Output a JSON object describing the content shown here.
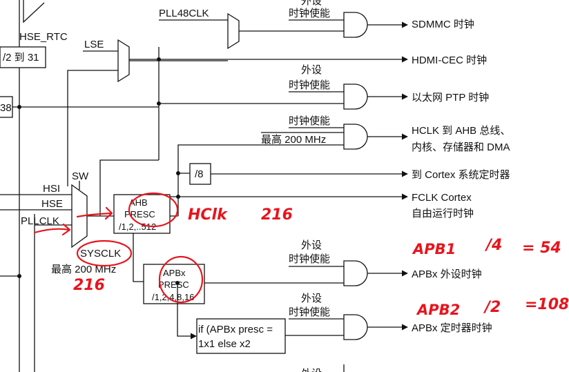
{
  "left": {
    "hse_rtc": "HSE_RTC",
    "div_box": "/2 到 31",
    "box_38": "38",
    "lse": "LSE",
    "hsi": "HSI",
    "hse": "HSE",
    "pllclk": "PLLCLK",
    "sw": "SW",
    "sysclk": "SYSCLK",
    "sysclk_max": "最高 200 MHz"
  },
  "top": {
    "pll48clk": "PLL48CLK",
    "waishe_top": "外设",
    "enable_1": "时钟使能",
    "sdmmc": "SDMMC 时钟",
    "hdmi": "HDMI-CEC 时钟",
    "waishe_2": "外设",
    "enable_2": "时钟使能",
    "ptp": "以太网 PTP 时钟"
  },
  "hclk": {
    "enable": "时钟使能",
    "max": "最高 200 MHz",
    "line1": "HCLK 到 AHB 总线、",
    "line2": "内核、存储器和 DMA",
    "div8": "/8",
    "cortex_timer": "到 Cortex 系统定时器",
    "fclk1": "FCLK Cortex",
    "fclk2": "自由运行时钟"
  },
  "ahb": {
    "line1": "AHB",
    "line2": "PRESC",
    "line3": "/1,2,..512"
  },
  "apb": {
    "line1": "APBx",
    "line2": "PRESC",
    "line3": "/1,2,4,8,16",
    "waishe_1": "外设",
    "enable_1": "时钟使能",
    "periph_clk": "APBx 外设时钟",
    "waishe_2": "外设",
    "enable_2": "时钟使能",
    "timer_clk": "APBx 定时器时钟",
    "waishe_3": "外设",
    "if_line1": "if (APBx presc =",
    "if_line2": "1x1 else x2"
  },
  "annotations": {
    "hclk": "HClk",
    "hclk_val": "216",
    "sys_val": "216",
    "apb1": "APB1",
    "apb1_div": "/4",
    "apb1_eq": "= 54",
    "apb2": "APB2",
    "apb2_div": "/2",
    "apb2_eq": "=108"
  },
  "colors": {
    "ink": "#111111",
    "annotation_red": "#e8141c"
  }
}
